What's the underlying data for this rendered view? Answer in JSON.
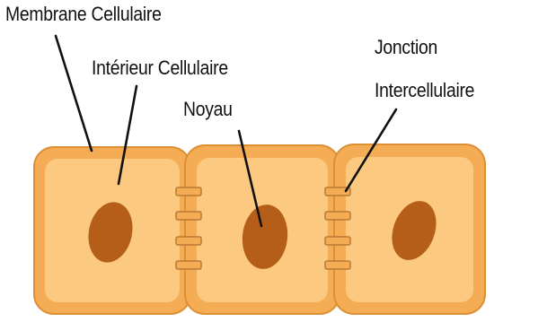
{
  "labels": {
    "membrane": "Membrane Cellulaire",
    "interieur": "Intérieur Cellulaire",
    "noyau": "Noyau",
    "jonction_line1": "Jonction",
    "jonction_line2": "Intercellulaire"
  },
  "colors": {
    "membrane_fill": "#f4ac55",
    "membrane_edge": "#dd8f35",
    "cytoplasm": "#fbc97f",
    "nucleus": "#b55e19",
    "junction": "#f4ac55",
    "junction_edge": "#b97a34",
    "leader_line": "#111111"
  },
  "cells": 3,
  "junction_bars_per_gap": 4
}
